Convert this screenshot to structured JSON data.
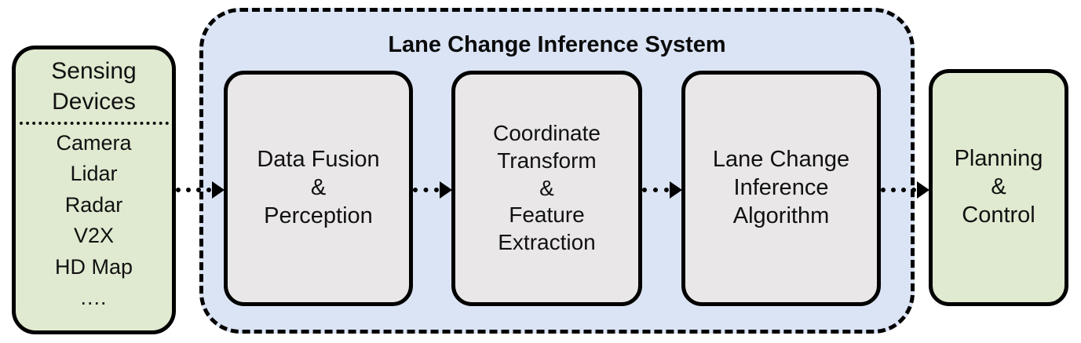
{
  "diagram": {
    "title": "Lane Change Inference System",
    "sensing": {
      "title_line_1": "Sensing",
      "title_line_2": "Devices",
      "items": [
        "Camera",
        "Lidar",
        "Radar",
        "V2X",
        "HD Map",
        "...."
      ]
    },
    "stages": [
      {
        "id": "data-fusion-perception",
        "lines": [
          "Data Fusion",
          "&",
          "Perception"
        ]
      },
      {
        "id": "coordinate-transform-feature-extraction",
        "lines": [
          "Coordinate",
          "Transform",
          "&",
          "Feature",
          "Extraction"
        ]
      },
      {
        "id": "lane-change-inference-algorithm",
        "lines": [
          "Lane Change",
          "Inference",
          "Algorithm"
        ]
      }
    ],
    "planning": {
      "lines": [
        "Planning",
        "&",
        "Control"
      ]
    },
    "arrows": [
      {
        "id": "sensing-to-data-fusion",
        "from": "Sensing Devices",
        "to": "Data Fusion & Perception"
      },
      {
        "id": "data-fusion-to-coordinate-transform",
        "from": "Data Fusion & Perception",
        "to": "Coordinate Transform & Feature Extraction"
      },
      {
        "id": "coordinate-transform-to-inference",
        "from": "Coordinate Transform & Feature Extraction",
        "to": "Lane Change Inference Algorithm"
      },
      {
        "id": "inference-to-planning",
        "from": "Lane Change Inference Algorithm",
        "to": "Planning & Control"
      }
    ],
    "colors": {
      "input_output_fill": "#dfead0",
      "system_fill": "#dbe4f5",
      "stage_fill": "#e9e7e7",
      "stroke": "#000000"
    }
  }
}
